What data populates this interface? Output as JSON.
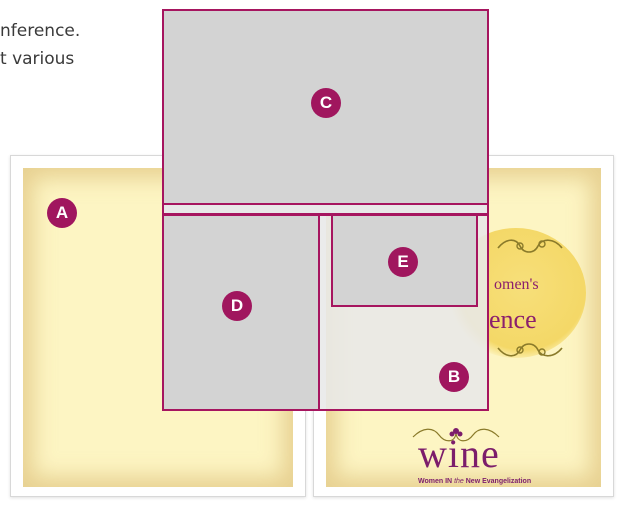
{
  "intro": {
    "line1": "nference.",
    "line2": "t various"
  },
  "pages": {
    "left_label": "A",
    "right_label": "B"
  },
  "regions": {
    "c_label": "C",
    "d_label": "D",
    "e_label": "E"
  },
  "branding": {
    "conference_line1": "omen's",
    "conference_line2": "ence",
    "logo_word": "wine",
    "tagline_pre": "Women IN",
    "tagline_the": "the",
    "tagline_post": "New Evangelization"
  },
  "colors": {
    "accent": "#a0165e",
    "page_fill": "#fdf5c3",
    "region_fill": "#d3d3d3",
    "region_light_fill": "#e8e8e8"
  }
}
